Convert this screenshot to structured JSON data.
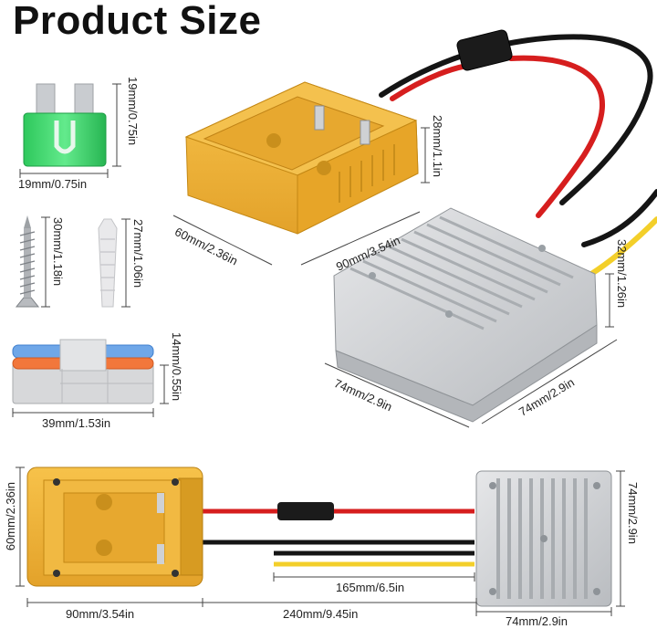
{
  "title": "Product Size",
  "dims": {
    "fuse_height": "19mm/0.75in",
    "fuse_width": "19mm/0.75in",
    "screw_length": "30mm/1.18in",
    "anchor_length": "27mm/1.06in",
    "connector_height": "14mm/0.55in",
    "connector_width": "39mm/1.53in",
    "adapter_depth": "60mm/2.36in",
    "adapter_length": "90mm/3.54in",
    "adapter_height": "28mm/1.1in",
    "converter_height": "32mm/1.26in",
    "converter_width": "74mm/2.9in",
    "converter_depth": "74mm/2.9in",
    "bottom_adapter_height": "60mm/2.36in",
    "bottom_adapter_length": "90mm/3.54in",
    "bottom_cable_length": "240mm/9.45in",
    "output_wire_length": "165mm/6.5in",
    "bottom_converter_height": "74mm/2.9in",
    "bottom_converter_width": "74mm/2.9in"
  },
  "colors": {
    "adapter_yellow": "#f2b333",
    "adapter_dark": "#d89a1f",
    "converter_silver": "#d4d6d8",
    "fuse_green": "#3dd96b",
    "wire_red": "#d61e1e",
    "wire_black": "#151515",
    "wire_yellow": "#f3cf2a"
  }
}
